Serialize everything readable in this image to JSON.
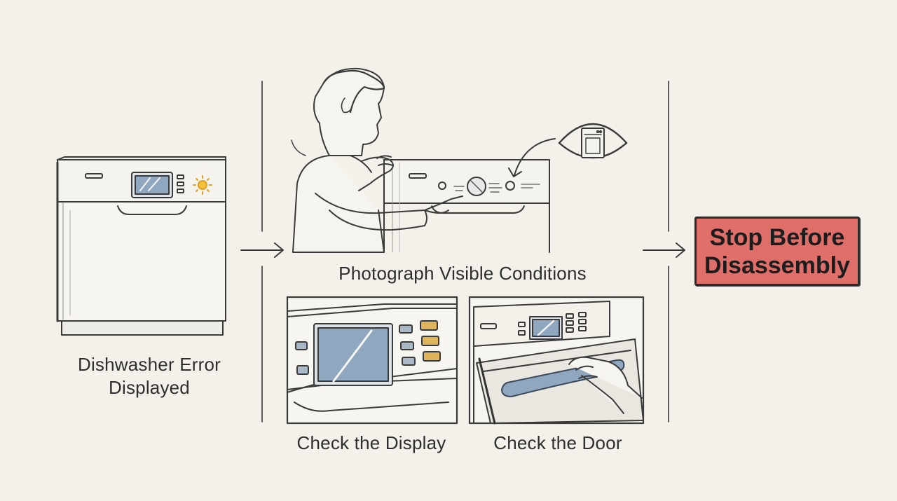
{
  "steps": {
    "step1_label_line1": "Dishwasher Error",
    "step1_label_line2": "Displayed",
    "step2_label": "Photograph Visible Conditions",
    "check_display_label": "Check the Display",
    "check_door_label": "Check the Door",
    "stop_line1": "Stop Before",
    "stop_line2": "Disassembly"
  },
  "colors": {
    "background": "#f3f1ea",
    "stop_fill": "#e06f6a",
    "screen_blue": "#8fa8bf",
    "button_amber": "#e0b45a",
    "warning_light": "#f0b030"
  }
}
